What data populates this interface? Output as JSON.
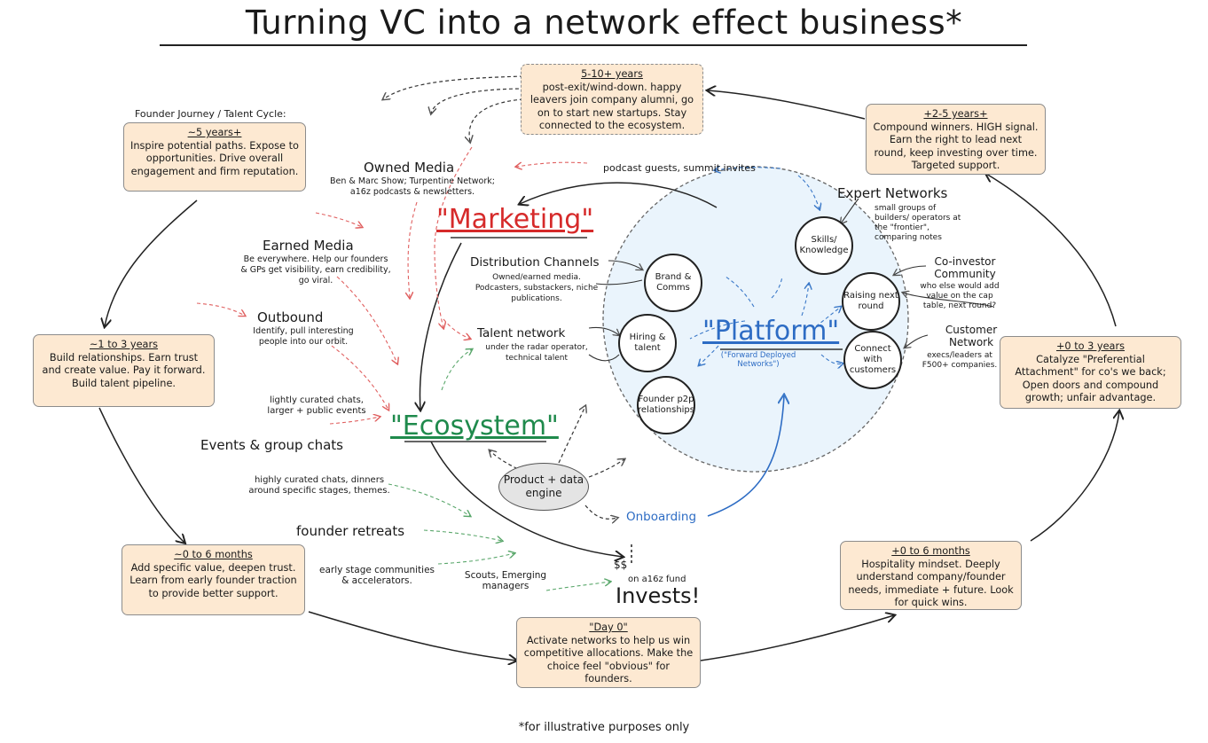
{
  "title": "Turning VC into a network effect business*",
  "footnote": "*for illustrative purposes only",
  "founder_journey_label": "Founder Journey / Talent Cycle:",
  "stages": {
    "s5yrs": {
      "heading": "~5 years+",
      "body": "Inspire potential paths. Expose to opportunities. Drive overall engagement and firm reputation."
    },
    "s1to3": {
      "heading": "~1 to 3 years",
      "body": "Build relationships. Earn trust and create value. Pay it forward. Build talent pipeline."
    },
    "s0to6": {
      "heading": "~0 to 6 months",
      "body": "Add specific value, deepen trust. Learn from early founder traction to provide better support."
    },
    "day0": {
      "heading": "\"Day 0\"",
      "body": "Activate networks to help us win competitive allocations. Make the choice feel \"obvious\" for founders."
    },
    "p0to6": {
      "heading": "+0 to 6 months",
      "body": "Hospitality mindset. Deeply understand company/founder needs, immediate + future. Look for quick wins."
    },
    "p0to3": {
      "heading": "+0 to 3 years",
      "body": "Catalyze \"Preferential Attachment\" for co's we back; Open doors and compound growth; unfair advantage."
    },
    "p2to5": {
      "heading": "+2-5 years+",
      "body": "Compound winners. HIGH signal. Earn the right to lead next round, keep investing over time. Targeted support."
    },
    "p5to10": {
      "heading": "5-10+ years",
      "body": "post-exit/wind-down. happy leavers join company alumni, go on to start new startups. Stay connected to the ecosystem."
    }
  },
  "marketing": {
    "label": "\"Marketing\"",
    "owned_media": {
      "title": "Owned Media",
      "desc": "Ben & Marc Show; Turpentine Network; a16z podcasts & newsletters."
    },
    "earned_media": {
      "title": "Earned Media",
      "desc": "Be everywhere. Help our founders & GPs get visibility, earn credibility, go viral."
    },
    "outbound": {
      "title": "Outbound",
      "desc": "Identify, pull interesting people into our orbit."
    }
  },
  "ecosystem": {
    "label": "\"Ecosystem\"",
    "lightly": "lightly curated chats, larger + public events",
    "events_title": "Events & group chats",
    "highly": "highly curated chats, dinners around specific stages, themes.",
    "retreats": "founder retreats",
    "early_stage": "early stage communities & accelerators.",
    "scouts": "Scouts, Emerging managers"
  },
  "middle": {
    "distribution": {
      "title": "Distribution Channels",
      "desc": "Owned/earned media. Podcasters, substackers, niche publications."
    },
    "talent": {
      "title": "Talent network",
      "desc": "under the radar operator, technical talent"
    },
    "engine": "Product + data engine",
    "onboarding": "Onboarding",
    "podcast_guests": "podcast guests, summit invites"
  },
  "platform": {
    "label": "\"Platform\"",
    "sub": "(\"Forward Deployed Networks\")",
    "nodes": {
      "brand": "Brand & Comms",
      "hiring": "Hiring & talent",
      "founder_p2p": "Founder p2p relationships",
      "skills": "Skills/ Knowledge",
      "raising": "Raising next round",
      "connect": "Connect with customers"
    },
    "expert": {
      "title": "Expert Networks",
      "desc": "small groups of builders/ operators at the \"frontier\", comparing notes"
    },
    "coinvestor": {
      "title": "Co-investor Community",
      "desc": "who else would add value on the cap table, next round?"
    },
    "customer": {
      "title": "Customer Network",
      "desc": "execs/leaders at F500+ companies."
    }
  },
  "invest": {
    "money": "$$",
    "fund": "on a16z fund",
    "label": "Invests!"
  }
}
